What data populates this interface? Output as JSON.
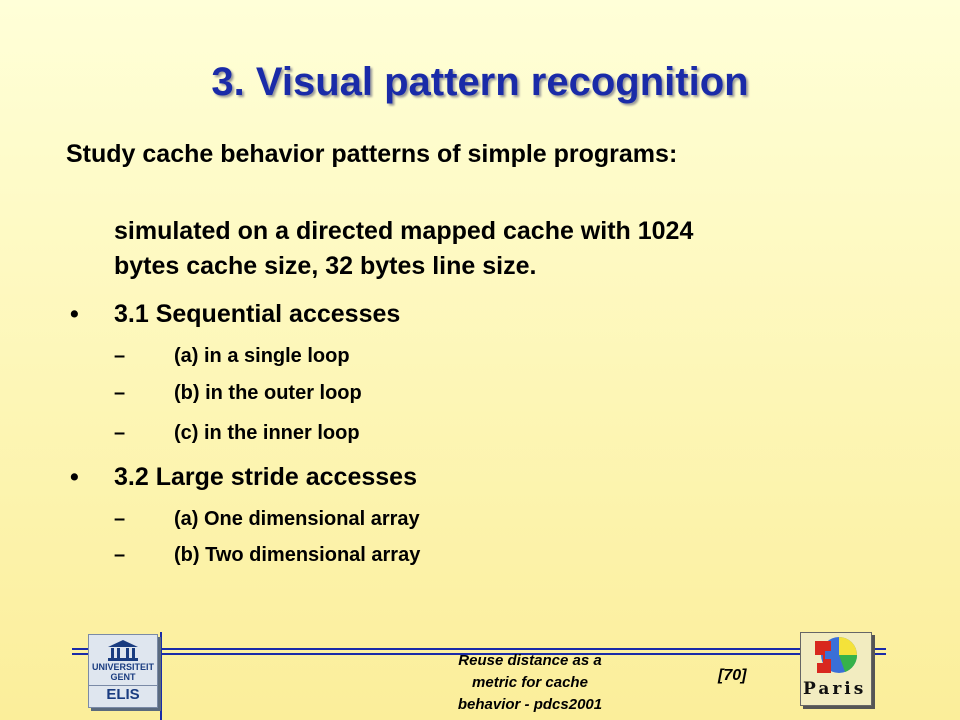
{
  "slide": {
    "title": "3. Visual pattern recognition",
    "intro": "Study cache behavior patterns of simple programs:",
    "sub_lines": [
      "simulated on a directed mapped cache with 1024",
      "bytes cache size, 32 bytes line size."
    ],
    "sections": [
      {
        "heading": "3.1 Sequential accesses",
        "items": [
          "(a) in a single loop",
          "(b) in the outer loop",
          "(c) in the inner loop"
        ]
      },
      {
        "heading": "3.2 Large stride accesses",
        "items": [
          "(a) One dimensional array",
          "(b) Two dimensional array"
        ]
      }
    ],
    "bullet_mark": "•",
    "dash_mark": "–"
  },
  "footer": {
    "lines": [
      "Reuse distance as a",
      "metric for cache",
      "behavior - pdcs2001"
    ],
    "page": "[70]"
  },
  "logos": {
    "ugent": {
      "line1": "UNIVERSITEIT",
      "line2": "GENT",
      "dept": "ELIS"
    },
    "paris": {
      "word": "Paris"
    }
  },
  "colors": {
    "title": "#1a2ba8",
    "rule": "#1a2ba8",
    "background_top": "#ffffd8",
    "background_bottom": "#fbee9a"
  }
}
